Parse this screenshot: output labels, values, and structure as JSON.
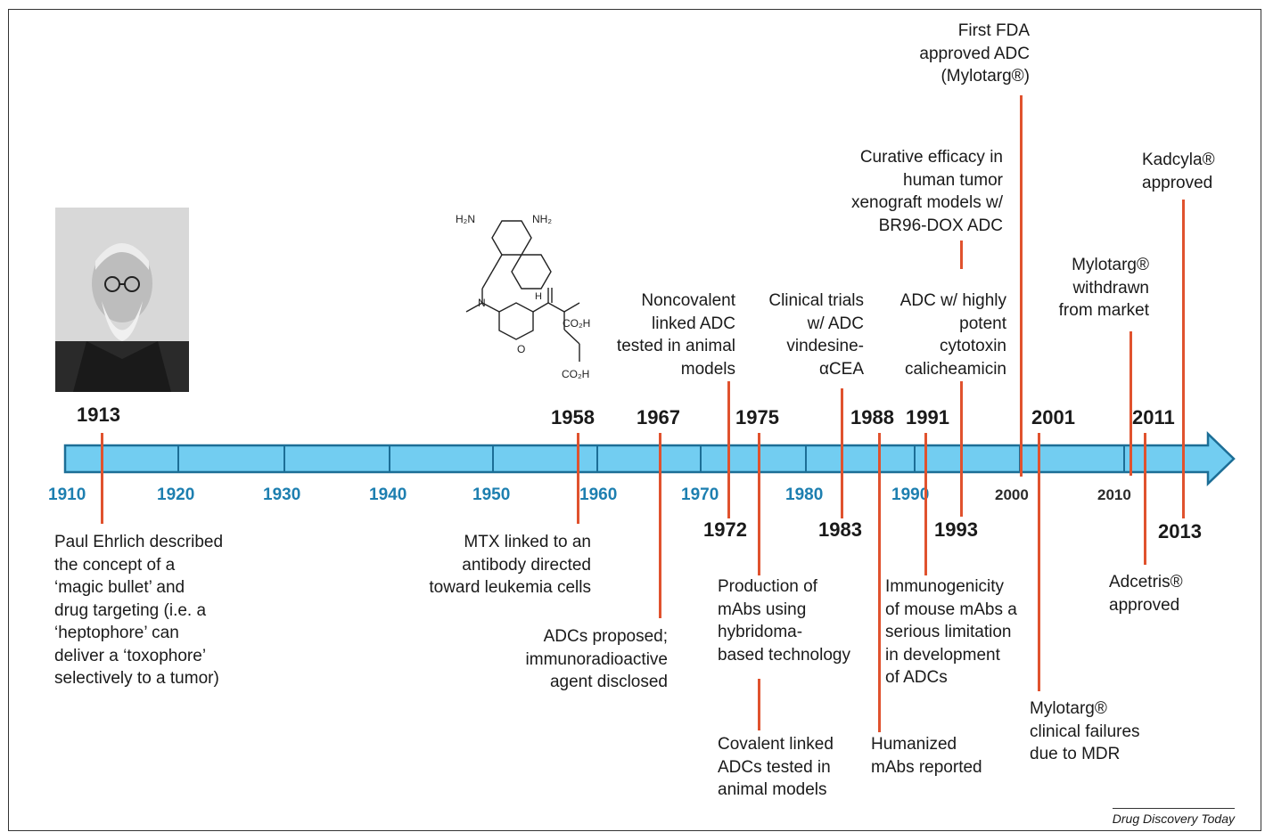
{
  "timeline": {
    "decades": [
      "1910",
      "1920",
      "1930",
      "1940",
      "1950",
      "1960",
      "1970",
      "1980",
      "1990",
      "2000",
      "2010"
    ],
    "bar_color": "#72cdf1",
    "bar_border": "#1c6e96",
    "line_color": "#e0522e",
    "decade_color": "#1d7fb0"
  },
  "events": {
    "e1913": {
      "year": "1913",
      "lines": [
        "Paul Ehrlich described",
        "the concept of a",
        "‘magic bullet’ and",
        "drug targeting (i.e. a",
        "‘heptophore’ can",
        "deliver a ‘toxophore’",
        "selectively to a tumor)"
      ]
    },
    "e1958": {
      "year": "1958",
      "lines": [
        "MTX linked to an",
        "antibody directed",
        "toward leukemia cells"
      ]
    },
    "e1967": {
      "year": "1967",
      "lines": [
        "ADCs proposed;",
        "immunoradioactive",
        "agent disclosed"
      ]
    },
    "e1972": {
      "year": "1972",
      "lines": [
        "Noncovalent",
        "linked ADC",
        "tested in animal",
        "models"
      ]
    },
    "e1975": {
      "year": "1975",
      "lines": [
        "Production of",
        "mAbs using",
        "hybridoma-",
        "based technology"
      ],
      "lines2": [
        "Covalent linked",
        "ADCs tested in",
        "animal models"
      ]
    },
    "e1983": {
      "year": "1983",
      "lines": [
        "Clinical trials",
        "w/ ADC",
        "vindesine-",
        "αCEA"
      ]
    },
    "e1988": {
      "year": "1988",
      "lines": [
        "Humanized",
        "mAbs reported"
      ]
    },
    "e1991": {
      "year": "1991",
      "lines": [
        "Immunogenicity",
        "of mouse mAbs a",
        "serious limitation",
        "in development",
        "of ADCs"
      ]
    },
    "e1993": {
      "year": "1993",
      "lines": [
        "ADC w/ highly",
        "potent",
        "cytotoxin",
        "calicheamicin"
      ],
      "lines2": [
        "Curative efficacy in",
        "human tumor",
        "xenograft models w/",
        "BR96-DOX ADC"
      ]
    },
    "e2000": {
      "lines": [
        "First FDA",
        "approved ADC",
        "(Mylotarg®)"
      ]
    },
    "e2001": {
      "year": "2001",
      "lines": [
        "Mylotarg®",
        "clinical failures",
        "due to MDR"
      ]
    },
    "e2010": {
      "lines": [
        "Mylotarg®",
        "withdrawn",
        "from market"
      ]
    },
    "e2011": {
      "year": "2011",
      "lines": [
        "Adcetris®",
        "approved"
      ]
    },
    "e2013": {
      "year": "2013",
      "lines": [
        "Kadcyla®",
        "approved"
      ]
    }
  },
  "molecule_labels": {
    "nh2_left": "H₂N",
    "nh2_right": "NH₂",
    "n": "N",
    "nh": "H",
    "co2h_top": "CO₂H",
    "co2h_bot": "CO₂H",
    "o": "O"
  },
  "credit": "Drug Discovery Today"
}
